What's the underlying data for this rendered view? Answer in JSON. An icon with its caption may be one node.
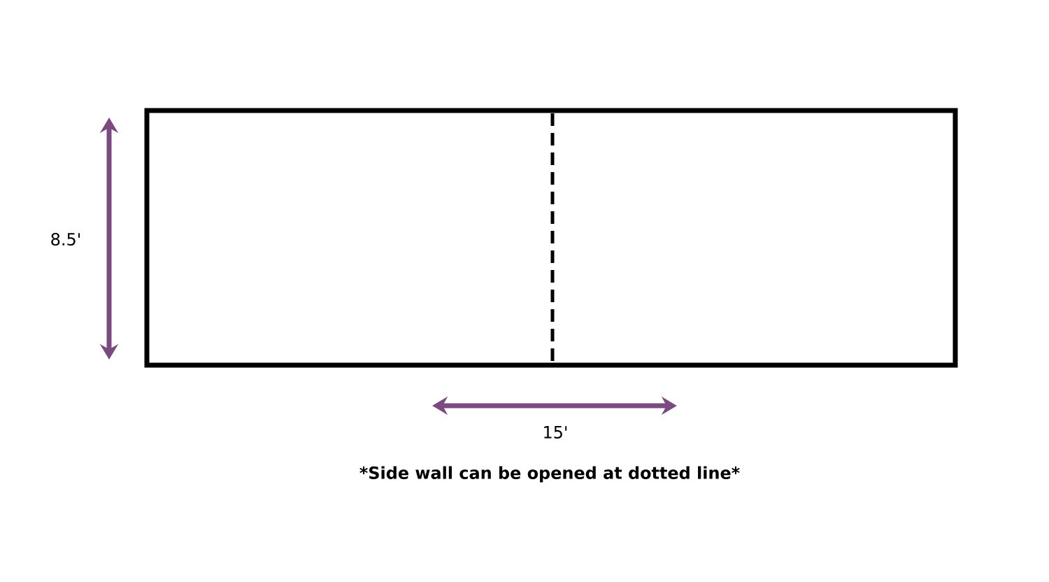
{
  "diagram": {
    "labels": [
      "8.5'",
      "15'",
      "*Side wall can be opened at dotted line*"
    ]
  }
}
